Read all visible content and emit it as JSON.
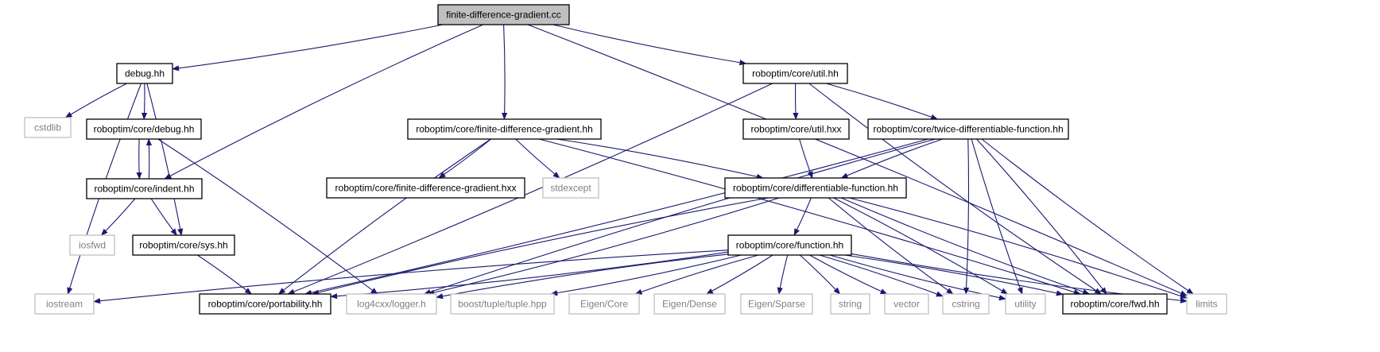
{
  "colors": {
    "edge": "#191970",
    "root_fill": "#bfbfbf",
    "documented_border": "#000000",
    "external_border": "#bfbfbf",
    "documented_text": "#000000",
    "external_text": "#7f7f7f"
  },
  "nodes": [
    {
      "id": "root",
      "label": "finite-difference-gradient.cc",
      "kind": "root"
    },
    {
      "id": "debug",
      "label": "debug.hh",
      "kind": "documented"
    },
    {
      "id": "util",
      "label": "roboptim/core/util.hh",
      "kind": "documented"
    },
    {
      "id": "limits",
      "label": "limits",
      "kind": "external"
    },
    {
      "id": "cstdlib",
      "label": "cstdlib",
      "kind": "external"
    },
    {
      "id": "core_debug",
      "label": "roboptim/core/debug.hh",
      "kind": "documented"
    },
    {
      "id": "indent",
      "label": "roboptim/core/indent.hh",
      "kind": "documented"
    },
    {
      "id": "fdg_hh",
      "label": "roboptim/core/finite-difference-gradient.hh",
      "kind": "documented"
    },
    {
      "id": "fdg_hxx",
      "label": "roboptim/core/finite-difference-gradient.hxx",
      "kind": "documented"
    },
    {
      "id": "stdexcept",
      "label": "stdexcept",
      "kind": "external"
    },
    {
      "id": "util_hxx",
      "label": "roboptim/core/util.hxx",
      "kind": "documented"
    },
    {
      "id": "twice",
      "label": "roboptim/core/twice-differentiable-function.hh",
      "kind": "documented"
    },
    {
      "id": "diff",
      "label": "roboptim/core/differentiable-function.hh",
      "kind": "documented"
    },
    {
      "id": "iosfwd",
      "label": "iosfwd",
      "kind": "external"
    },
    {
      "id": "sys",
      "label": "roboptim/core/sys.hh",
      "kind": "documented"
    },
    {
      "id": "function",
      "label": "roboptim/core/function.hh",
      "kind": "documented"
    },
    {
      "id": "iostream",
      "label": "iostream",
      "kind": "external"
    },
    {
      "id": "portability",
      "label": "roboptim/core/portability.hh",
      "kind": "documented"
    },
    {
      "id": "log4cxx",
      "label": "log4cxx/logger.h",
      "kind": "external"
    },
    {
      "id": "tuple",
      "label": "boost/tuple/tuple.hpp",
      "kind": "external"
    },
    {
      "id": "eigen_core",
      "label": "Eigen/Core",
      "kind": "external"
    },
    {
      "id": "eigen_dense",
      "label": "Eigen/Dense",
      "kind": "external"
    },
    {
      "id": "eigen_sparse",
      "label": "Eigen/Sparse",
      "kind": "external"
    },
    {
      "id": "string",
      "label": "string",
      "kind": "external"
    },
    {
      "id": "vector",
      "label": "vector",
      "kind": "external"
    },
    {
      "id": "cstring",
      "label": "cstring",
      "kind": "external"
    },
    {
      "id": "utility",
      "label": "utility",
      "kind": "external"
    },
    {
      "id": "fwd",
      "label": "roboptim/core/fwd.hh",
      "kind": "documented"
    }
  ],
  "edges": [
    [
      "root",
      "debug"
    ],
    [
      "root",
      "util"
    ],
    [
      "root",
      "limits"
    ],
    [
      "root",
      "indent"
    ],
    [
      "root",
      "fdg_hh"
    ],
    [
      "debug",
      "cstdlib"
    ],
    [
      "debug",
      "core_debug"
    ],
    [
      "debug",
      "iostream"
    ],
    [
      "debug",
      "sys"
    ],
    [
      "core_debug",
      "indent"
    ],
    [
      "core_debug",
      "log4cxx"
    ],
    [
      "indent",
      "core_debug"
    ],
    [
      "indent",
      "iosfwd"
    ],
    [
      "indent",
      "sys"
    ],
    [
      "sys",
      "portability"
    ],
    [
      "util",
      "util_hxx"
    ],
    [
      "util",
      "twice"
    ],
    [
      "util",
      "fwd"
    ],
    [
      "util",
      "portability"
    ],
    [
      "util_hxx",
      "diff"
    ],
    [
      "fdg_hh",
      "fdg_hxx"
    ],
    [
      "fdg_hh",
      "stdexcept"
    ],
    [
      "fdg_hh",
      "diff"
    ],
    [
      "fdg_hh",
      "portability"
    ],
    [
      "fdg_hh",
      "fwd"
    ],
    [
      "twice",
      "diff"
    ],
    [
      "twice",
      "cstring"
    ],
    [
      "twice",
      "utility"
    ],
    [
      "twice",
      "fwd"
    ],
    [
      "twice",
      "limits"
    ],
    [
      "twice",
      "portability"
    ],
    [
      "twice",
      "log4cxx"
    ],
    [
      "diff",
      "function"
    ],
    [
      "diff",
      "cstring"
    ],
    [
      "diff",
      "utility"
    ],
    [
      "diff",
      "fwd"
    ],
    [
      "diff",
      "limits"
    ],
    [
      "diff",
      "portability"
    ],
    [
      "diff",
      "log4cxx"
    ],
    [
      "function",
      "iostream"
    ],
    [
      "function",
      "portability"
    ],
    [
      "function",
      "log4cxx"
    ],
    [
      "function",
      "tuple"
    ],
    [
      "function",
      "eigen_core"
    ],
    [
      "function",
      "eigen_dense"
    ],
    [
      "function",
      "eigen_sparse"
    ],
    [
      "function",
      "string"
    ],
    [
      "function",
      "vector"
    ],
    [
      "function",
      "cstring"
    ],
    [
      "function",
      "utility"
    ],
    [
      "function",
      "fwd"
    ],
    [
      "function",
      "limits"
    ]
  ]
}
